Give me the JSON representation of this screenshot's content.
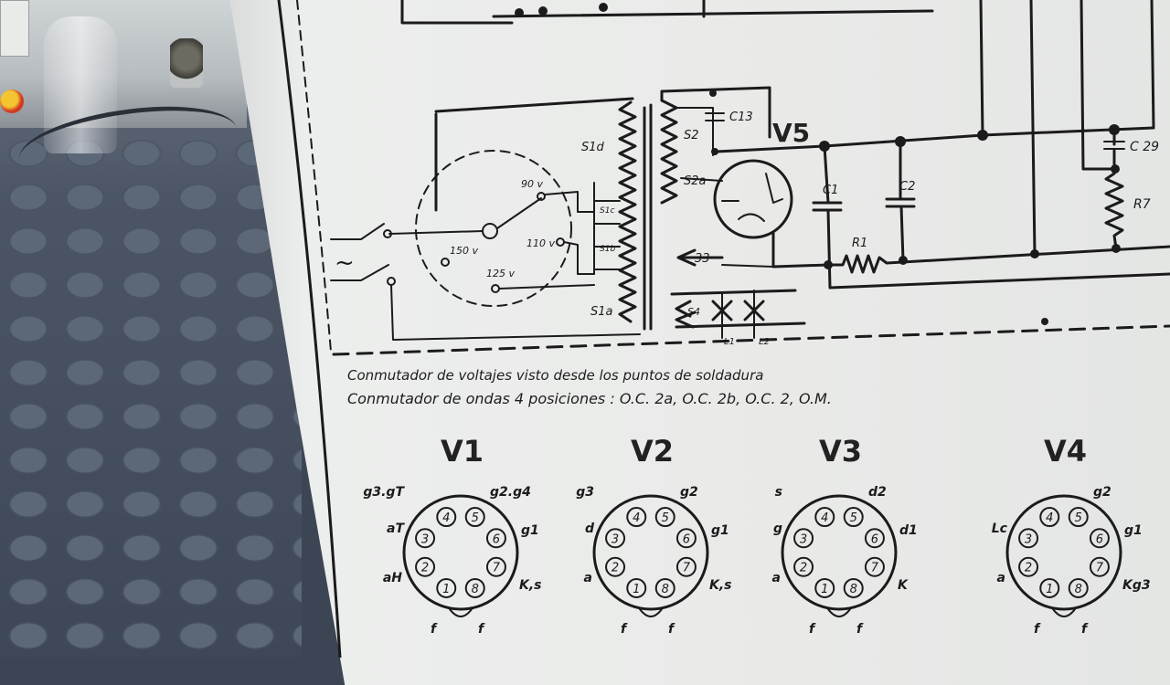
{
  "schematic": {
    "tube_label": "V5",
    "labels": {
      "s1d": "S1d",
      "s2": "S2",
      "s2a": "S2a",
      "s1a": "S1a",
      "s1b": "S1b",
      "s1c": "S1c",
      "c13": "C13",
      "c29": "C 29",
      "c1": "C1",
      "c2": "C2",
      "r1": "R1",
      "r7": "R7",
      "s3": "33",
      "s4": "S4",
      "l1": "L1",
      "l2": "L2",
      "v90": "90 v",
      "v150": "150 v",
      "v110": "110 v",
      "v125": "125 v",
      "ac": "~"
    }
  },
  "notes": {
    "line1": "Conmutador de voltajes visto desde los puntos de soldadura",
    "line2": "Conmutador de ondas 4 posiciones : O.C. 2a, O.C. 2b, O.C. 2, O.M."
  },
  "sockets": [
    {
      "title": "V1",
      "pins": [
        "1",
        "2",
        "3",
        "4",
        "5",
        "6",
        "7",
        "8"
      ],
      "tl": "g3.gT",
      "tr": "g2.g4",
      "l1": "aT",
      "l2": "aH",
      "r1": "g1",
      "r2": "K,s",
      "b1": "f",
      "b2": "f"
    },
    {
      "title": "V2",
      "pins": [
        "1",
        "2",
        "3",
        "4",
        "5",
        "6",
        "7",
        "8"
      ],
      "tl": "g3",
      "tr": "g2",
      "l1": "d",
      "l2": "a",
      "r1": "g1",
      "r2": "K,s",
      "b1": "f",
      "b2": "f"
    },
    {
      "title": "V3",
      "pins": [
        "1",
        "2",
        "3",
        "4",
        "5",
        "6",
        "7",
        "8"
      ],
      "tl": "s",
      "tr": "d2",
      "l1": "g",
      "l2": "a",
      "r1": "d1",
      "r2": "K",
      "b1": "f",
      "b2": "f"
    },
    {
      "title": "V4",
      "pins": [
        "1",
        "2",
        "3",
        "4",
        "5",
        "6",
        "7",
        "8"
      ],
      "tl": "",
      "tr": "g2",
      "l1": "Lc",
      "l2": "a",
      "r1": "g1",
      "r2": "Kg3",
      "b1": "f",
      "b2": "f"
    }
  ]
}
